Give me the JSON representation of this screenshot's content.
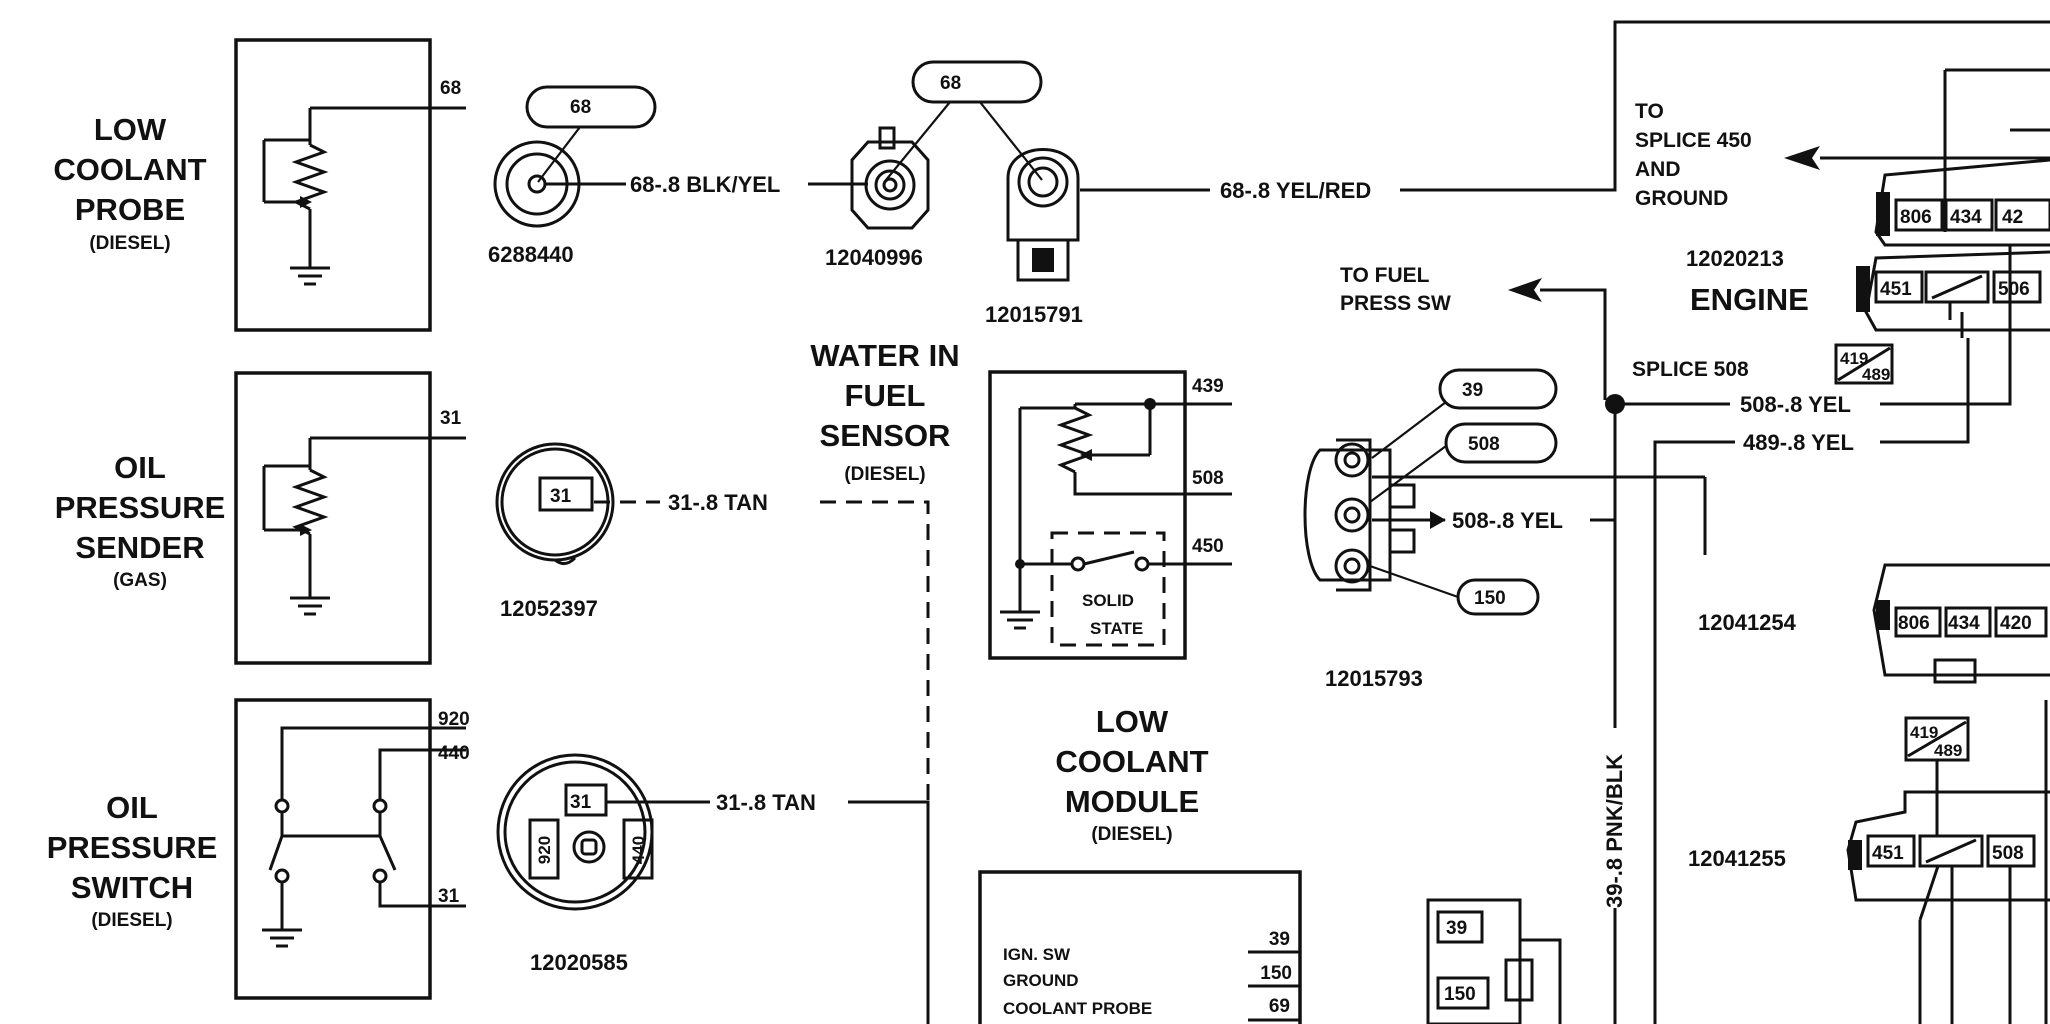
{
  "low_coolant_probe": {
    "title_lines": [
      "LOW",
      "COOLANT",
      "PROBE"
    ],
    "variant": "(DIESEL)",
    "pin": "68",
    "connector_tag": "68",
    "part_number": "6288440",
    "wire": "68-.8 BLK/YEL"
  },
  "coolant_connectors": {
    "tag": "68",
    "left_part_number": "12040996",
    "right_part_number": "12015791",
    "wire": "68-.8 YEL/RED"
  },
  "oil_pressure_sender": {
    "title_lines": [
      "OIL",
      "PRESSURE",
      "SENDER"
    ],
    "variant": "(GAS)",
    "pin": "31",
    "connector_pin": "31",
    "part_number": "12052397",
    "wire": "31-.8 TAN"
  },
  "oil_pressure_switch": {
    "title_lines": [
      "OIL",
      "PRESSURE",
      "SWITCH"
    ],
    "variant": "(DIESEL)",
    "pins": [
      "920",
      "440",
      "31"
    ],
    "connector_pins": [
      "31",
      "920",
      "440"
    ],
    "part_number": "12020585",
    "wire": "31-.8 TAN"
  },
  "water_in_fuel_sensor": {
    "title_lines": [
      "WATER IN",
      "FUEL",
      "SENSOR"
    ],
    "variant": "(DIESEL)",
    "pins": [
      "439",
      "508",
      "450"
    ],
    "inner_label_lines": [
      "SOLID",
      "STATE"
    ]
  },
  "wif_connector": {
    "tags": [
      "39",
      "508",
      "150"
    ],
    "part_number": "12015793",
    "wire": "508-.8 YEL"
  },
  "fuel_press_note": [
    "TO FUEL",
    "PRESS SW"
  ],
  "low_coolant_module": {
    "title_lines": [
      "LOW",
      "COOLANT",
      "MODULE"
    ],
    "variant": "(DIESEL)",
    "rows": [
      {
        "label": "IGN. SW",
        "pin": "39"
      },
      {
        "label": "GROUND",
        "pin": "150"
      },
      {
        "label": "COOLANT PROBE",
        "pin": "69"
      }
    ],
    "connector_pins": [
      "39",
      "150"
    ]
  },
  "splice_note": [
    "TO",
    "SPLICE 450",
    "AND",
    "GROUND"
  ],
  "engine": {
    "part_number": "12020213",
    "label": "ENGINE",
    "top_pins": [
      "806",
      "434",
      "42"
    ],
    "bottom_pins": [
      "451",
      "506"
    ],
    "split_pin": [
      "419",
      "489"
    ]
  },
  "splice_508": {
    "label": "SPLICE 508",
    "wires": [
      "508-.8 YEL",
      "489-.8 YEL"
    ],
    "vertical_wire": "39-.8 PNK/BLK"
  },
  "connector_12041254": {
    "part_number": "12041254",
    "pins": [
      "806",
      "434",
      "420"
    ]
  },
  "connector_12041255": {
    "part_number": "12041255",
    "split_pin": [
      "419",
      "489"
    ],
    "pins": [
      "451",
      "508"
    ]
  }
}
